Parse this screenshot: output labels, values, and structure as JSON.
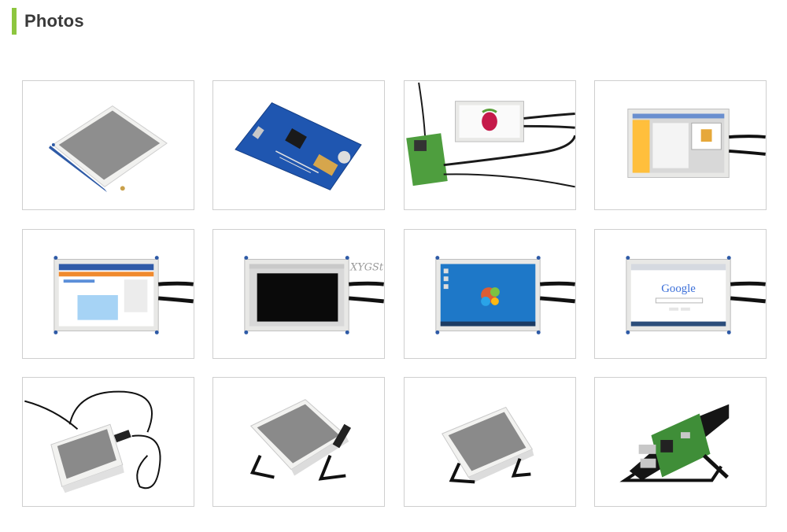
{
  "section": {
    "title": "Photos"
  },
  "photos": [
    {
      "id": "photo-1",
      "subject": "LCD front view tilted"
    },
    {
      "id": "photo-2",
      "subject": "LCD back PCB blue"
    },
    {
      "id": "photo-3",
      "subject": "LCD with Raspberry Pi logo connected to board"
    },
    {
      "id": "photo-4",
      "subject": "LCD showing Scratch desktop"
    },
    {
      "id": "photo-5",
      "subject": "LCD showing web page"
    },
    {
      "id": "photo-6",
      "subject": "LCD showing terminal"
    },
    {
      "id": "photo-7",
      "subject": "LCD showing Windows 7 desktop"
    },
    {
      "id": "photo-8",
      "subject": "LCD showing Google search"
    },
    {
      "id": "photo-9",
      "subject": "LCD in case with cables"
    },
    {
      "id": "photo-10",
      "subject": "LCD in case on stand"
    },
    {
      "id": "photo-11",
      "subject": "LCD in case on stand angled"
    },
    {
      "id": "photo-12",
      "subject": "LCD case back with Raspberry Pi"
    }
  ],
  "watermark": "XYGStudy",
  "screen_texts": {
    "google": "Google"
  }
}
